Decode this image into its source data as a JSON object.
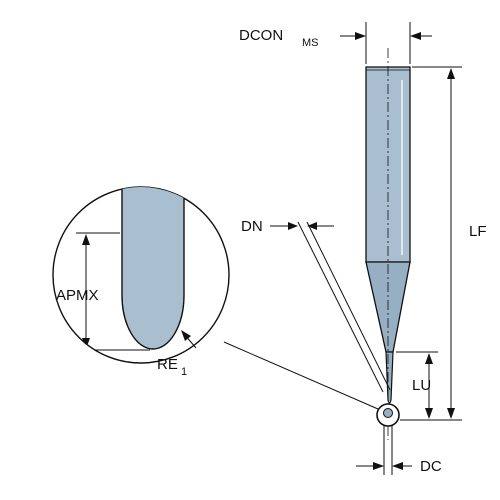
{
  "labels": {
    "dcon": "DCON",
    "dcon_sub": "MS",
    "dn": "DN",
    "lf": "LF",
    "apmx": "APMX",
    "re": "RE",
    "re_sub": "1",
    "lu": "LU",
    "dc": "DC"
  },
  "colors": {
    "tool_fill": "#a9bfd0",
    "tool_fill_dark": "#96afc3",
    "outline": "#111111"
  }
}
